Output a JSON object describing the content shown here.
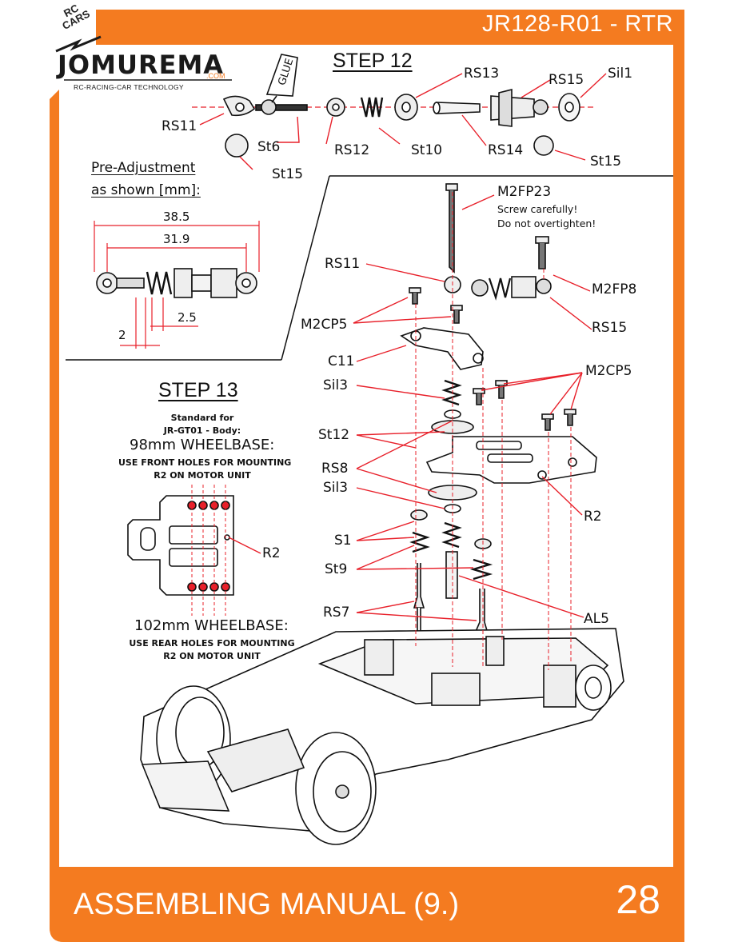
{
  "header": {
    "badge_line1": "RC",
    "badge_line2": "CARS",
    "logo_text": "JOMUREMA",
    "logo_com": ".COM",
    "logo_subtitle": "RC-RACING-CAR TECHNOLOGY",
    "model": "JR128-R01 - RTR"
  },
  "step12": {
    "title": "STEP 12",
    "glue": "GLUE",
    "parts": [
      "RS11",
      "St6",
      "RS12",
      "St10",
      "RS13",
      "RS14",
      "RS15",
      "Sil1",
      "St15",
      "St15"
    ],
    "pre_adjust_line1": "Pre-Adjustment",
    "pre_adjust_line2": "as shown [mm]:",
    "dims": [
      "38.5",
      "31.9",
      "2.5",
      "2"
    ]
  },
  "step13": {
    "title": "STEP 13",
    "standard_line1": "Standard for",
    "standard_line2": "JR-GT01 - Body:",
    "wb98": "98mm WHEELBASE:",
    "wb98_note1": "USE FRONT HOLES FOR MOUNTING",
    "wb98_note2": "R2 ON MOTOR UNIT",
    "wb102": "102mm WHEELBASE:",
    "wb102_note1": "USE REAR HOLES FOR MOUNTING",
    "wb102_note2": "R2 ON MOTOR UNIT",
    "plate_label": "R2",
    "parts_left": [
      "RS11",
      "M2CP5",
      "C11",
      "Sil3",
      "St12",
      "RS8",
      "Sil3",
      "S1",
      "St9",
      "RS7"
    ],
    "parts_right": [
      "M2FP23",
      "M2FP8",
      "RS15",
      "M2CP5",
      "R2",
      "AL5"
    ],
    "screw_note1": "Screw carefully!",
    "screw_note2": "Do not overtighten!"
  },
  "footer": {
    "title": "ASSEMBLING MANUAL (9.)",
    "page": "28"
  },
  "colors": {
    "accent": "#f47b20",
    "leader": "#e8202a",
    "ink": "#1a1a1a"
  }
}
